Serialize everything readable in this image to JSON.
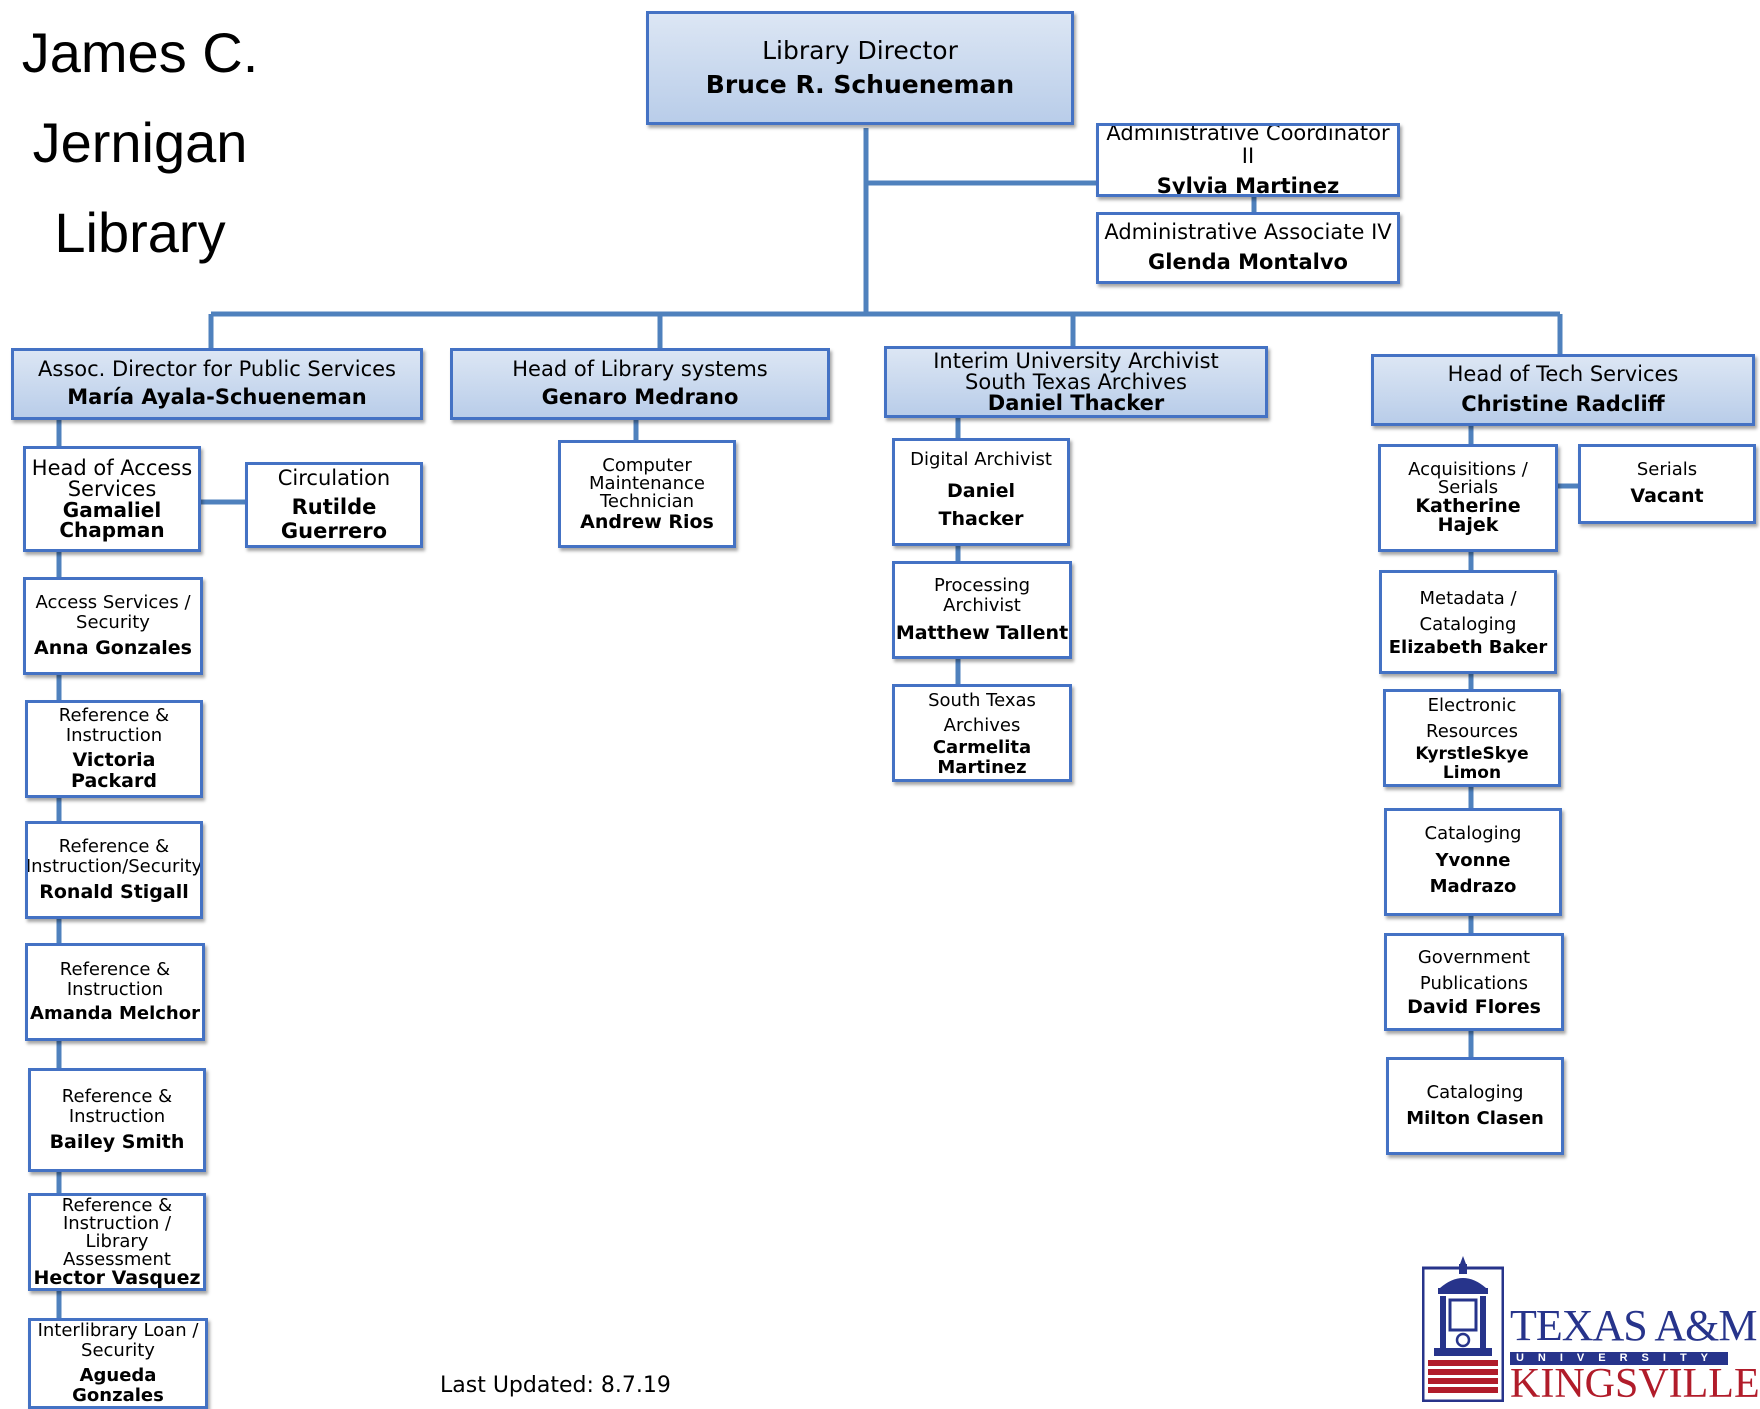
{
  "title": {
    "line1": "James C.",
    "line2": "Jernigan",
    "line3": "Library"
  },
  "director": {
    "role": "Library Director",
    "name": "Bruce R. Schueneman"
  },
  "admin": [
    {
      "role": "Administrative Coordinator II",
      "name": "Sylvia Martinez"
    },
    {
      "role": "Administrative Associate IV",
      "name": "Glenda Montalvo"
    }
  ],
  "heads": {
    "public": {
      "role": "Assoc. Director for Public Services",
      "name": "María Ayala-Schueneman"
    },
    "systems": {
      "role": "Head of Library systems",
      "name": "Genaro Medrano"
    },
    "archives": {
      "role1": "Interim University Archivist",
      "role2": "South Texas Archives",
      "name": "Daniel Thacker"
    },
    "tech": {
      "role": "Head of Tech Services",
      "name": "Christine Radcliff"
    }
  },
  "public_staff": {
    "access_head": {
      "role": "Head of Access Services",
      "name": "Gamaliel Chapman"
    },
    "circulation": {
      "role": "Circulation",
      "name": "Rutilde Guerrero"
    },
    "list": [
      {
        "role": "Access Services / Security",
        "name": "Anna Gonzales"
      },
      {
        "role": "Reference & Instruction",
        "name": "Victoria Packard"
      },
      {
        "role": "Reference & Instruction/Security",
        "name": "Ronald Stigall"
      },
      {
        "role": "Reference & Instruction",
        "name": "Amanda Melchor"
      },
      {
        "role": "Reference & Instruction",
        "name": "Bailey Smith"
      },
      {
        "role": "Reference & Instruction / Library Assessment",
        "name": "Hector Vasquez"
      },
      {
        "role": "Interlibrary Loan / Security",
        "name": "Agueda Gonzales"
      }
    ]
  },
  "systems_staff": [
    {
      "role": "Computer Maintenance Technician",
      "name": "Andrew Rios"
    }
  ],
  "archives_staff": [
    {
      "role": "Digital Archivist",
      "name": "Daniel Thacker"
    },
    {
      "role": "Processing Archivist",
      "name": "Matthew Tallent"
    },
    {
      "role": "South Texas Archives",
      "name": "Carmelita Martinez"
    }
  ],
  "tech_staff": {
    "acq": {
      "role": "Acquisitions / Serials",
      "name": "Katherine Hajek"
    },
    "serials": {
      "role": "Serials",
      "name": "Vacant"
    },
    "list": [
      {
        "role": "Metadata / Cataloging",
        "name": "Elizabeth Baker"
      },
      {
        "role": "Electronic Resources",
        "name": "KyrstleSkye Limon"
      },
      {
        "role": "Cataloging",
        "name": "Yvonne Madrazo"
      },
      {
        "role": "Government Publications",
        "name": "David Flores"
      },
      {
        "role": "Cataloging",
        "name": "Milton Clasen"
      }
    ]
  },
  "footer": {
    "updated": "Last Updated: 8.7.19"
  },
  "logo": {
    "line1": "TEXAS A&M",
    "line2": "UNIVERSITY",
    "line3": "KINGSVILLE"
  },
  "colors": {
    "border": "#4472c4",
    "connector": "#4f81bd",
    "head_fill": "#c6d6ee",
    "logo_blue": "#27348b",
    "logo_red": "#b11c2a"
  }
}
